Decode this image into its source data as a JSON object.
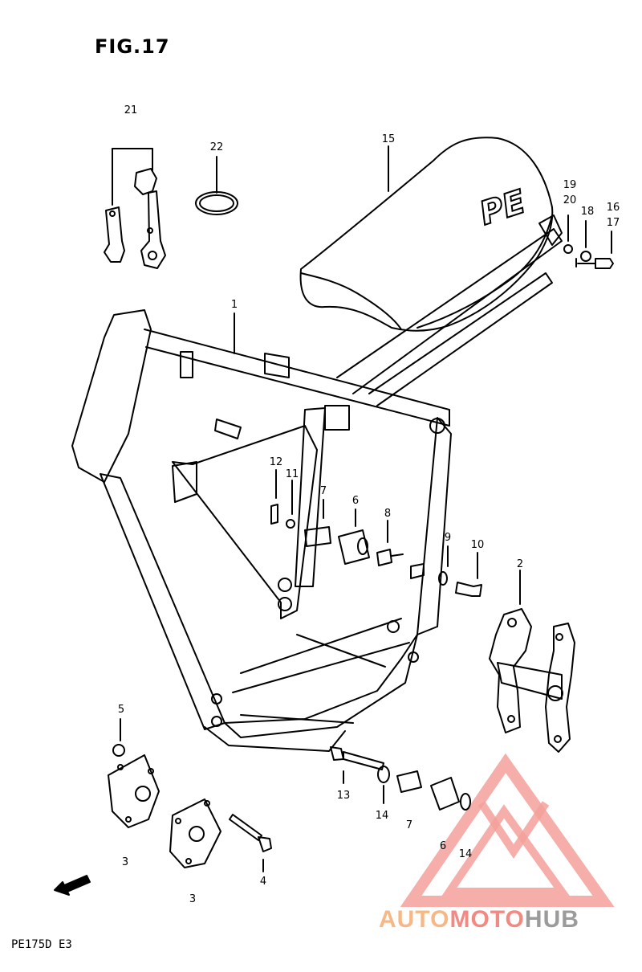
{
  "figure_title": "FIG.17",
  "model_code": "PE175D E3",
  "fwd_label": "FWD",
  "seat_logo": "PE",
  "watermark": {
    "part1": "AUTO",
    "part2": "MOTO",
    "part3": "HUB",
    "color1": "#f5b886",
    "color2": "#f08a83",
    "color3": "#9b9b9b"
  },
  "callouts": {
    "c21": "21",
    "c22": "22",
    "c15": "15",
    "c19": "19",
    "c20": "20",
    "c18": "18",
    "c16": "16",
    "c17": "17",
    "c1": "1",
    "c12": "12",
    "c11": "11",
    "c7a": "7",
    "c6a": "6",
    "c8": "8",
    "c9": "9",
    "c10": "10",
    "c2": "2",
    "c5": "5",
    "c13": "13",
    "c14a": "14",
    "c7b": "7",
    "c6b": "6",
    "c14b": "14",
    "c3a": "3",
    "c3b": "3",
    "c4": "4"
  }
}
